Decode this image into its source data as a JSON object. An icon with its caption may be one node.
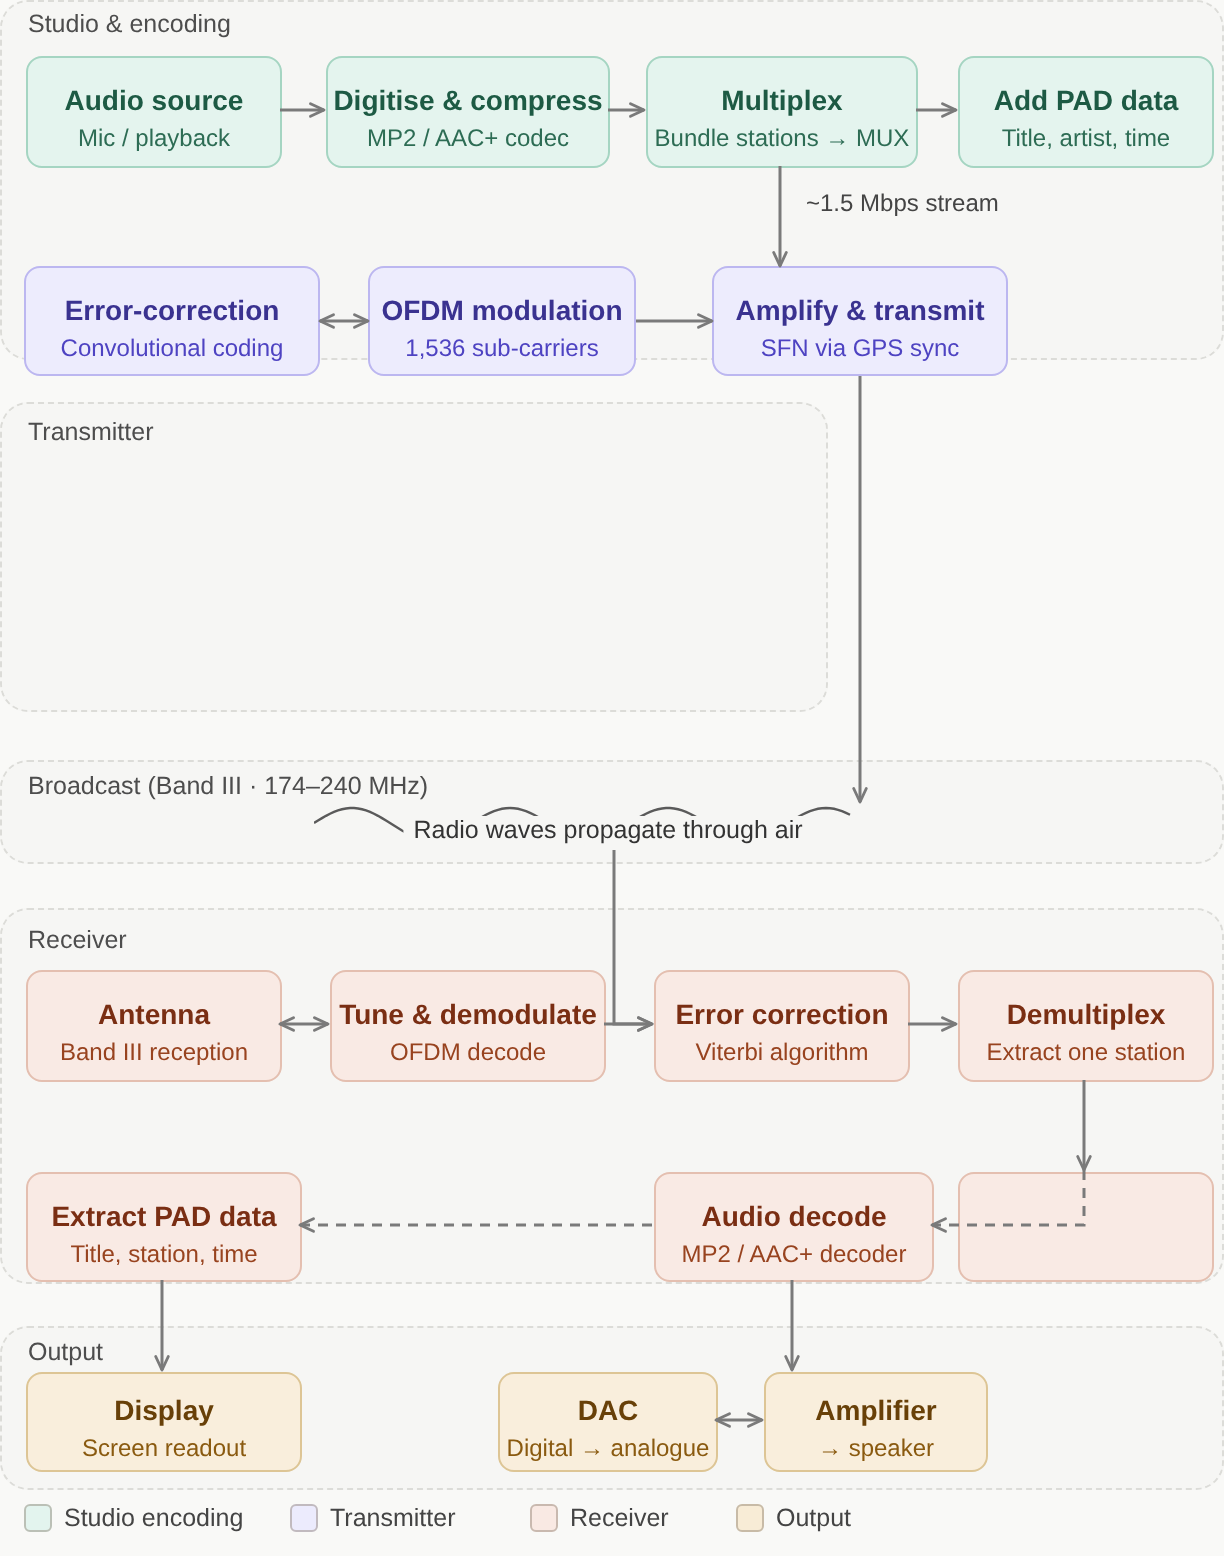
{
  "diagram": {
    "nodes": [
      {
        "text": [
          "Studio & encoding"
        ]
      },
      {
        "text": [
          "Audio source",
          "Mic / playback"
        ],
        "in": 0
      },
      {
        "text": [
          "Digitise & compress",
          "MP2 / AAC+ codec"
        ],
        "in": 0
      },
      {
        "text": [
          "Multiplex",
          "Bundle stations → MUX"
        ],
        "in": 0
      },
      {
        "text": [
          "Add PAD data",
          "Title, artist, time"
        ],
        "in": 0
      },
      {
        "text": [
          "Error-correction",
          "Convolutional coding"
        ]
      },
      {
        "text": [
          "OFDM modulation",
          "1,536 sub-carriers"
        ]
      },
      {
        "text": [
          "Amplify & transmit",
          "SFN via GPS sync"
        ]
      },
      {
        "text": [
          "Transmitter"
        ]
      },
      {
        "text": [
          "Broadcast (Band III · 174–240 MHz)"
        ]
      },
      {
        "text": [
          "Radio waves propagate through air"
        ],
        "in": 9
      },
      {
        "text": [
          "Receiver"
        ]
      },
      {
        "text": [
          "Antenna",
          "Band III reception"
        ],
        "in": 11
      },
      {
        "text": [
          "Tune & demodulate",
          "OFDM decode"
        ],
        "in": 11
      },
      {
        "text": [
          "Error correction",
          "Viterbi algorithm"
        ],
        "in": 11
      },
      {
        "text": [
          "Demultiplex",
          "Extract one station"
        ],
        "in": 11
      },
      {
        "text": [
          "Extract PAD data",
          "Title, station, time"
        ],
        "in": 11
      },
      {
        "text": [
          "Audio decode",
          "MP2 / AAC+ decoder"
        ],
        "in": 11
      },
      {
        "text": [],
        "shape": "box",
        "in": 11
      },
      {
        "text": [
          "Output"
        ]
      },
      {
        "text": [
          "Display",
          "Screen readout"
        ],
        "in": 19
      },
      {
        "text": [
          "DAC",
          "Digital → analogue"
        ],
        "in": 19
      },
      {
        "text": [
          "Amplifier",
          "→ speaker"
        ],
        "in": 19
      }
    ],
    "edges": [
      {
        "from": 1,
        "to": 2,
        "arrow": "to"
      },
      {
        "from": 2,
        "to": 3,
        "arrow": "to"
      },
      {
        "from": 3,
        "to": 4,
        "arrow": "to"
      },
      {
        "from": 3,
        "to": 7,
        "arrow": "to",
        "label": "~1.5 Mbps stream"
      },
      {
        "from": 5,
        "to": 6,
        "arrow": "both"
      },
      {
        "from": 6,
        "to": 7,
        "arrow": "to"
      },
      {
        "from": 7,
        "to": 10,
        "arrow": "to"
      },
      {
        "from": 10,
        "to": 14,
        "arrow": "to"
      },
      {
        "from": 12,
        "to": 13,
        "arrow": "both"
      },
      {
        "from": 13,
        "to": 14,
        "arrow": "to"
      },
      {
        "from": 14,
        "to": 15,
        "arrow": "to"
      },
      {
        "from": 15,
        "to": 18,
        "arrow": "to"
      },
      {
        "from": 18,
        "to": 17,
        "arrow": "to",
        "style": "dashed"
      },
      {
        "from": 17,
        "to": 16,
        "arrow": "to",
        "style": "dashed"
      },
      {
        "from": 16,
        "to": 20,
        "arrow": "to"
      },
      {
        "from": 17,
        "to": 22,
        "arrow": "to"
      },
      {
        "from": 21,
        "to": 22,
        "arrow": "both"
      }
    ],
    "legend": [
      {
        "text": "Studio encoding",
        "color": "#e3f4ee"
      },
      {
        "text": "Transmitter",
        "color": "#ecebfd"
      },
      {
        "text": "Receiver",
        "color": "#f9e9e3"
      },
      {
        "text": "Output",
        "color": "#f8ecd6"
      }
    ]
  }
}
